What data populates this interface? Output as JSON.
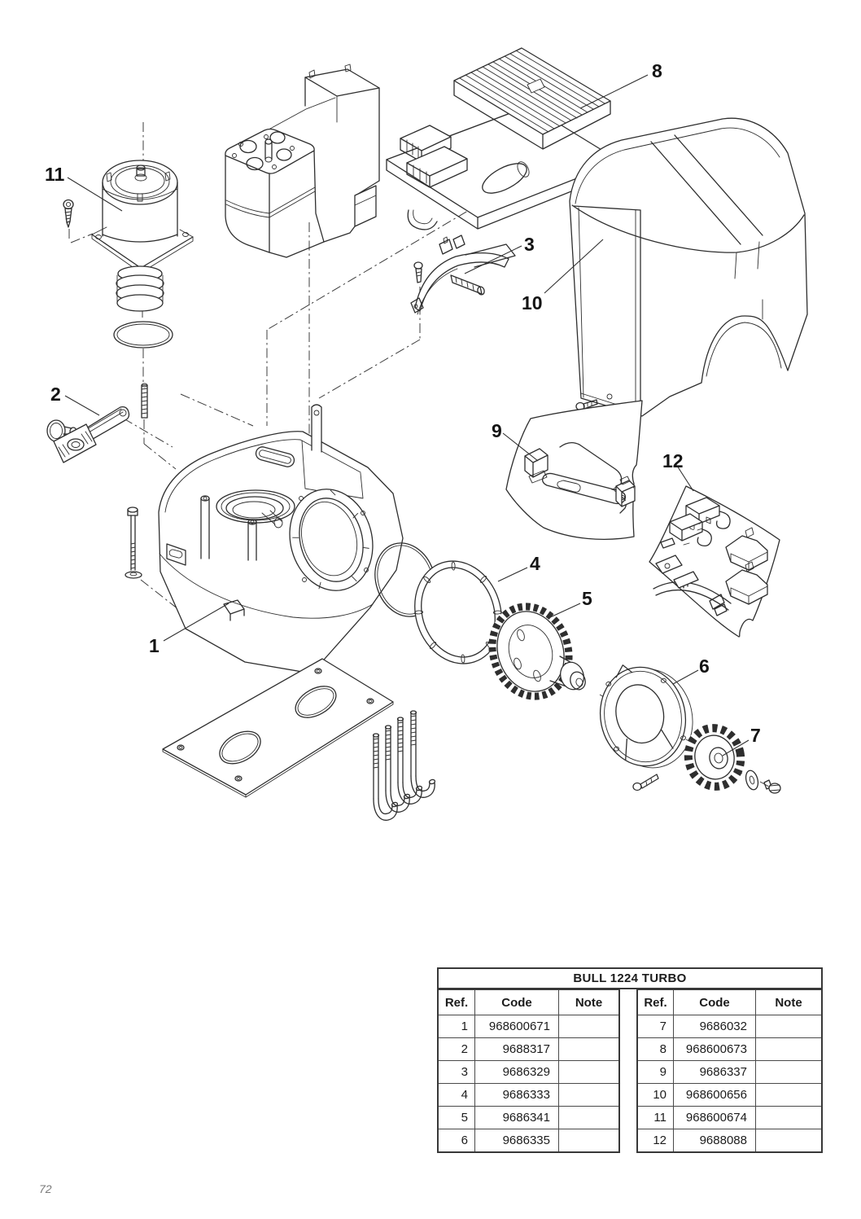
{
  "page": {
    "number": "72"
  },
  "colors": {
    "line": "#2e2e2e",
    "label": "#141414",
    "table_border": "#383838",
    "page_number": "#7a7a7a",
    "background": "#ffffff"
  },
  "callouts": {
    "c1": {
      "label": "1"
    },
    "c2": {
      "label": "2"
    },
    "c3": {
      "label": "3"
    },
    "c4": {
      "label": "4"
    },
    "c5": {
      "label": "5"
    },
    "c6": {
      "label": "6"
    },
    "c7": {
      "label": "7"
    },
    "c8": {
      "label": "8"
    },
    "c9": {
      "label": "9"
    },
    "c10": {
      "label": "10"
    },
    "c11": {
      "label": "11"
    },
    "c12": {
      "label": "12"
    }
  },
  "table": {
    "title": "BULL 1224 TURBO",
    "headers": {
      "ref": "Ref.",
      "code": "Code",
      "note": "Note"
    },
    "left_rows": [
      {
        "ref": "1",
        "code": "968600671",
        "note": ""
      },
      {
        "ref": "2",
        "code": "9688317",
        "note": ""
      },
      {
        "ref": "3",
        "code": "9686329",
        "note": ""
      },
      {
        "ref": "4",
        "code": "9686333",
        "note": ""
      },
      {
        "ref": "5",
        "code": "9686341",
        "note": ""
      },
      {
        "ref": "6",
        "code": "9686335",
        "note": ""
      }
    ],
    "right_rows": [
      {
        "ref": "7",
        "code": "9686032",
        "note": ""
      },
      {
        "ref": "8",
        "code": "968600673",
        "note": ""
      },
      {
        "ref": "9",
        "code": "9686337",
        "note": ""
      },
      {
        "ref": "10",
        "code": "968600656",
        "note": ""
      },
      {
        "ref": "11",
        "code": "968600674",
        "note": ""
      },
      {
        "ref": "12",
        "code": "9688088",
        "note": ""
      }
    ]
  }
}
